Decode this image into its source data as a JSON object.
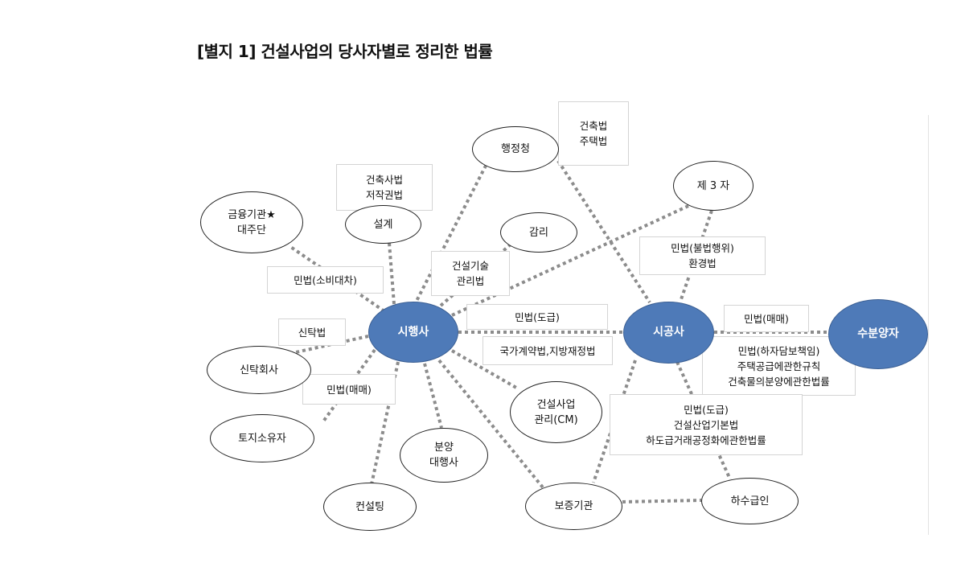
{
  "title": "[별지 1] 건설사업의 당사자별로 정리한 법률",
  "nodes": {
    "hangjeongcheong": "행정청",
    "seolgye": "설계",
    "geumyung": [
      "금융기관★",
      "대주단"
    ],
    "gamri": "감리",
    "je3ja": "제 3 자",
    "sihaengsa": "시행사",
    "sigongsa": "시공사",
    "subunyangja": "수분양자",
    "sintakhoesa": "신탁회사",
    "tojisoyuja": "토지소유자",
    "cm": [
      "건설사업",
      "관리(CM)"
    ],
    "bunyang": [
      "분양",
      "대행사"
    ],
    "consulting": "컨설팅",
    "bojeung": "보증기관",
    "hasugeubin": "하수급인"
  },
  "labels": {
    "geonchuk_jutaek": [
      "건축법",
      "주택법"
    ],
    "geonchuksa_jeojak": [
      "건축사법",
      "저작권법"
    ],
    "minbeop_sobi": "민법(소비대차)",
    "geonseolgisul": [
      "건설기술",
      "관리법"
    ],
    "minbeop_bulbeop": [
      "민법(불법행위)",
      "환경법"
    ],
    "sintakbeop": "신탁법",
    "minbeop_dogeup_top": "민법(도급)",
    "gukga": "국가계약법,지방재정법",
    "minbeop_maemae_right": "민법(매매)",
    "hajadambo": [
      "민법(하자담보책임)",
      "주택공급에관한규칙",
      "건축물의분양에관한법률"
    ],
    "minbeop_maemae_left": "민법(매매)",
    "dogeup_bottom": [
      "민법(도급)",
      "건설산업기본법",
      "하도급거래공정화에관한법률"
    ]
  }
}
